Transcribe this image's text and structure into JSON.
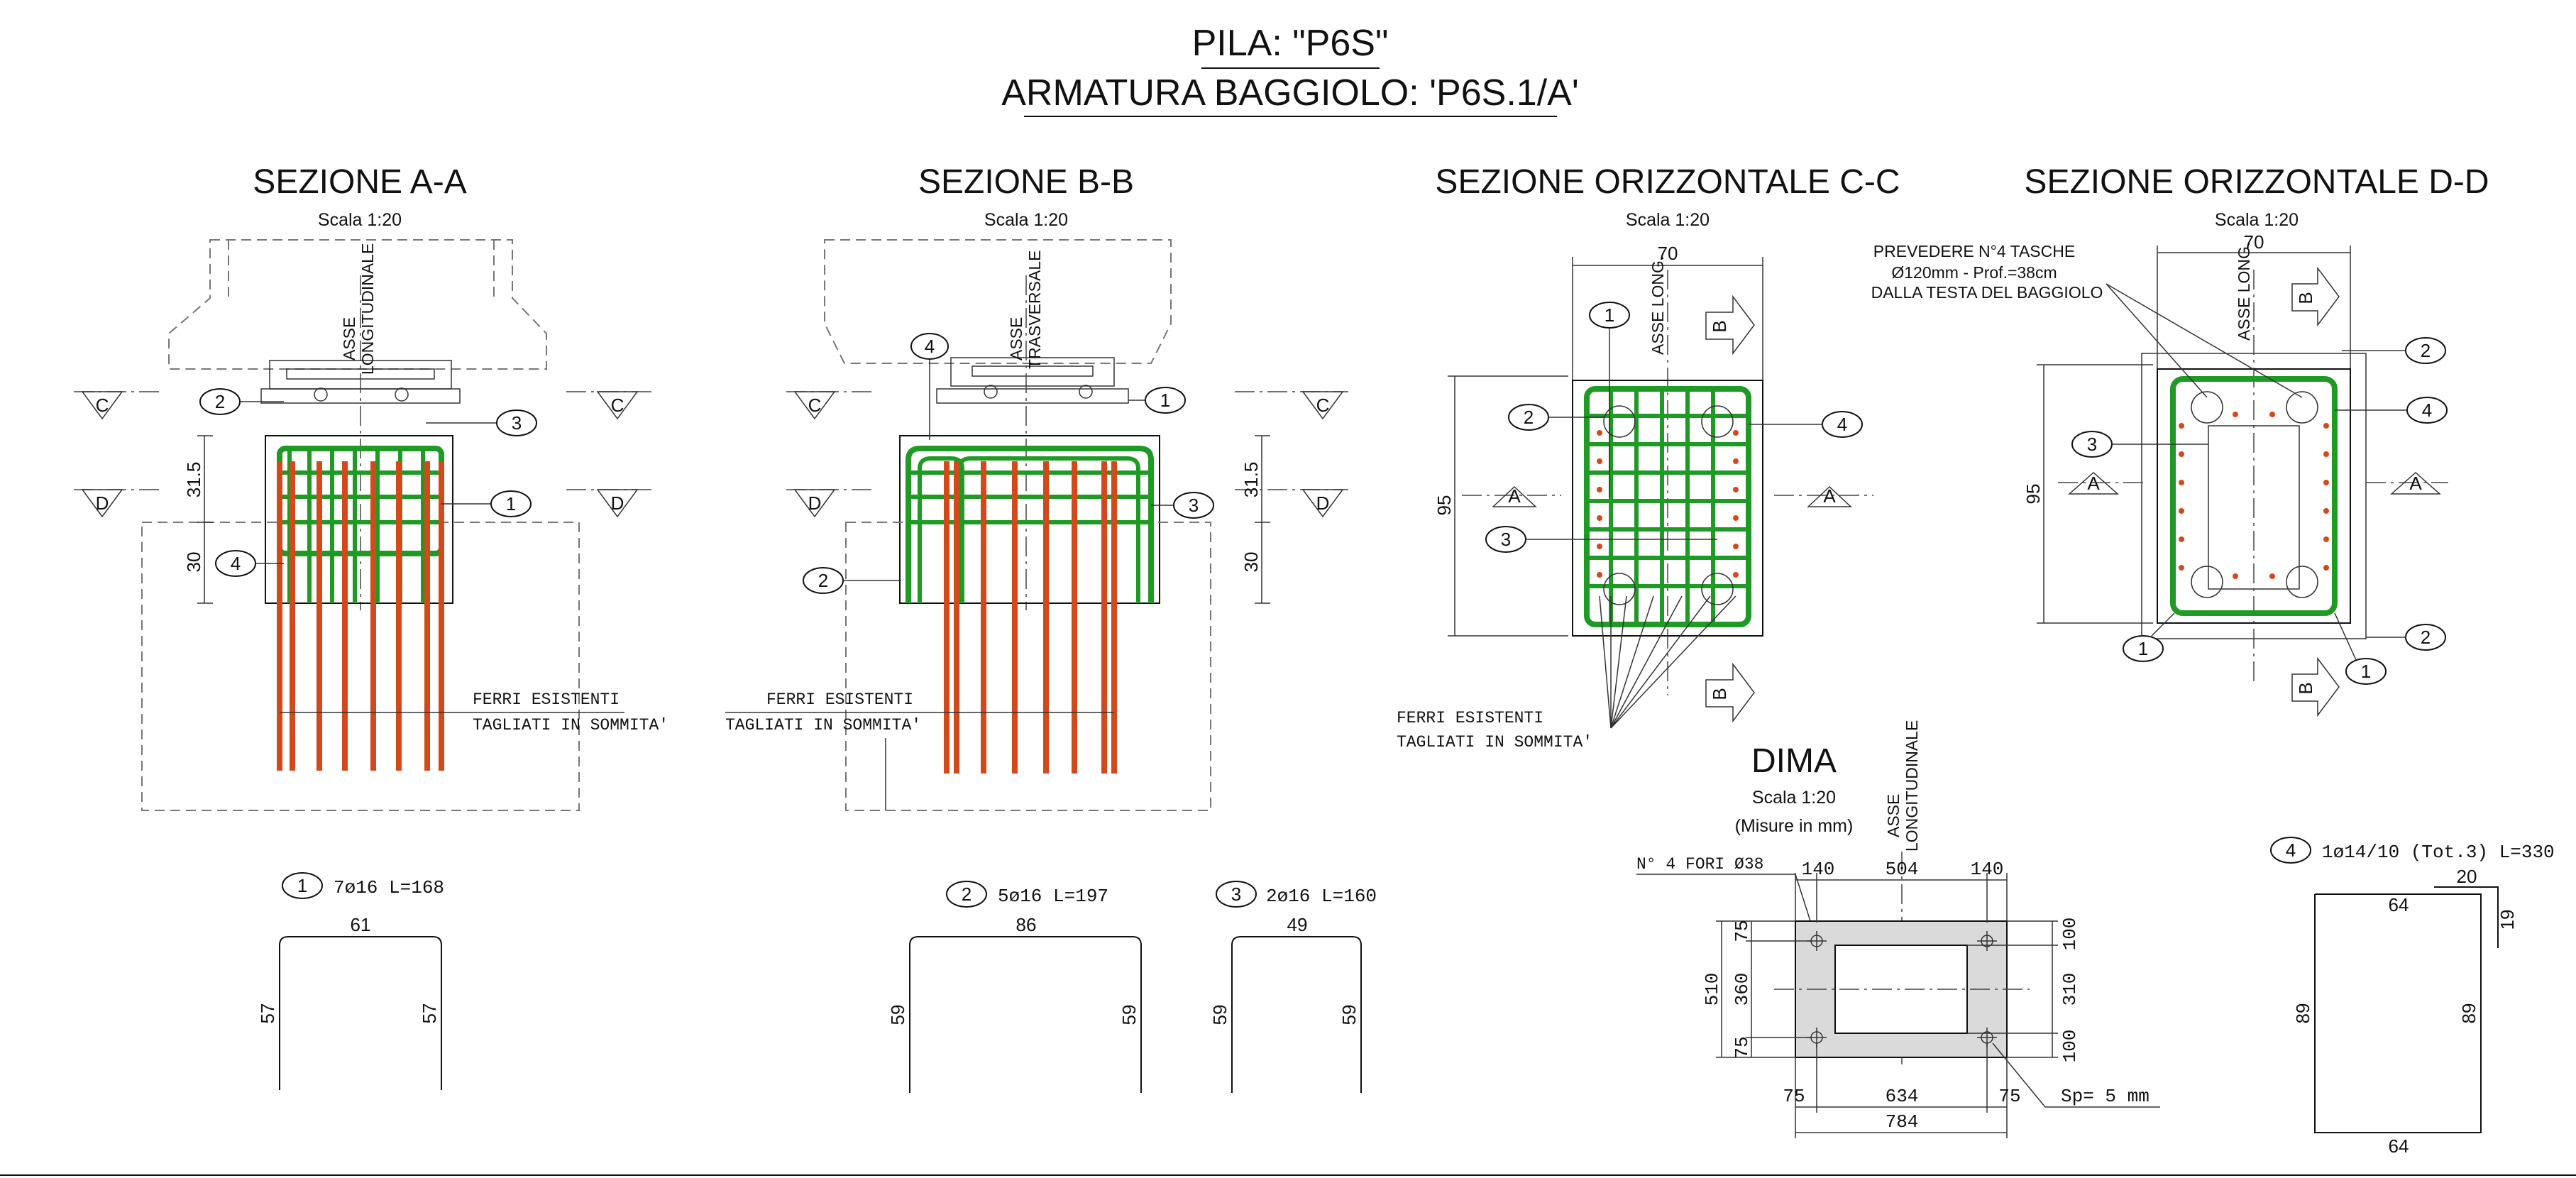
{
  "title": {
    "line1": "PILA: \"P6S\"",
    "line2": "ARMATURA BAGGIOLO: 'P6S.1/A'"
  },
  "scale_label": "Scala 1:20",
  "sections": {
    "aa": {
      "title": "SEZIONE A-A",
      "axis1": "ASSE",
      "axis2": "LONGITUDINALE",
      "dim_top": "31.5",
      "dim_bottom": "30",
      "note1": "FERRI ESISTENTI",
      "note2": "TAGLIATI IN SOMMITA'"
    },
    "bb": {
      "title": "SEZIONE B-B",
      "axis1": "ASSE",
      "axis2": "TRASVERSALE",
      "dim_top": "31.5",
      "dim_bottom": "30",
      "note1": "FERRI ESISTENTI",
      "note2": "TAGLIATI IN SOMMITA'"
    },
    "cc": {
      "title": "SEZIONE ORIZZONTALE C-C",
      "width": "70",
      "height": "95",
      "axis": "ASSE LONG.",
      "note1": "FERRI ESISTENTI",
      "note2": "TAGLIATI IN SOMMITA'"
    },
    "dd": {
      "title": "SEZIONE ORIZZONTALE D-D",
      "width": "70",
      "height": "95",
      "axis": "ASSE LONG.",
      "note1": "PREVEDERE N°4 TASCHE",
      "note2": "Ø120mm  - Prof.=38cm",
      "note3": "DALLA TESTA DEL BAGGIOLO"
    }
  },
  "section_marks": {
    "a": "A",
    "b": "B",
    "c": "C",
    "d": "D"
  },
  "markers": {
    "m1": "1",
    "m2": "2",
    "m3": "3",
    "m4": "4"
  },
  "dima": {
    "title": "DIMA",
    "units": "(Misure in mm)",
    "axis1": "ASSE",
    "axis2": "LONGITUDINALE",
    "holes": "N° 4 FORI Ø38",
    "plate": "Sp= 5 mm",
    "top_dims": [
      "140",
      "504",
      "140"
    ],
    "bottom_dims": [
      "75",
      "634",
      "75"
    ],
    "total_width": "784",
    "left_dims": [
      "75",
      "360",
      "75"
    ],
    "total_height": "510",
    "right_dims": [
      "100",
      "310",
      "100"
    ]
  },
  "bars": [
    {
      "mark": "1",
      "spec": "7ø16 L=168",
      "width": "61",
      "leg_left": "57",
      "leg_right": "57"
    },
    {
      "mark": "2",
      "spec": "5ø16 L=197",
      "width": "86",
      "leg_left": "59",
      "leg_right": "59"
    },
    {
      "mark": "3",
      "spec": "2ø16 L=160",
      "width": "49",
      "leg_left": "59",
      "leg_right": "59"
    },
    {
      "mark": "4",
      "spec": "1ø14/10 (Tot.3) L=330",
      "width_top": "64",
      "width_bottom": "64",
      "hook": "20",
      "hook_leg": "19",
      "leg_left": "89",
      "leg_right": "89"
    }
  ]
}
